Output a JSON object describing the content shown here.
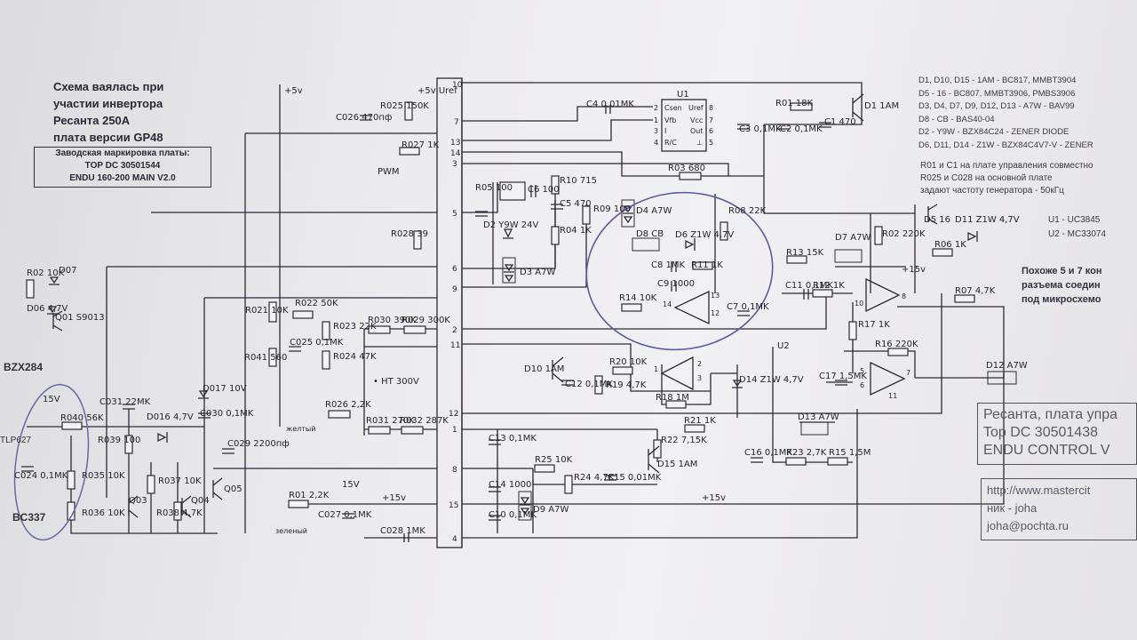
{
  "title_note": [
    "Схема ваялась при",
    "участии инвертора",
    "Ресанта 250А",
    "плата версии GP48"
  ],
  "marking": [
    "Заводская маркировка платы:",
    "TOP DC   30501544",
    "ENDU 160-200 MAIN V2.0"
  ],
  "notes_top": [
    "D1, D10, D15 - 1AM - BC817, MMBT3904",
    "D5 - 16 - BC807, MMBT3906, PMBS3906",
    "D3, D4, D7, D9, D12, D13 - A7W - BAV99",
    "D8 - CB - BAS40-04",
    "D2 - Y9W - BZX84C24 - ZENER DIODE",
    "D6, D11, D14 - Z1W - BZX84C4V7-V - ZENER"
  ],
  "notes_rc": [
    "R01 и C1 на плате управления совместно",
    "R025 и C028 на основной плате",
    "задают частоту генератора - 50кГц"
  ],
  "notes_u": [
    "U1 - UC3845",
    "U2 - MC33074"
  ],
  "note_similar": [
    "Похоже 5 и 7 кон",
    "разъема соедин",
    "под микросхемо"
  ],
  "board_box": [
    "Ресанта, плата упра",
    "Top DC 30501438",
    "ENDU CONTROL V"
  ],
  "contact_box": [
    "http://www.mastercit",
    "ник - joha",
    "joha@pochta.ru"
  ],
  "left_edge": [
    "BZX284",
    "BC337",
    "TLP627"
  ],
  "connector_pins": [
    "10",
    "7",
    "13",
    "14",
    "3",
    "5",
    "6",
    "9",
    "2",
    "11",
    "12",
    "1",
    "8",
    "15",
    "4"
  ],
  "labels": {
    "plus5v": "+5v",
    "plus5v_uref": "+5v Uref",
    "plus15v": "+15v",
    "v15": "15V",
    "pwm": "PWM",
    "ht300": "• HT 300V",
    "yellow": "желтый",
    "green": "зеленый",
    "u1": "U1",
    "u2": "U2"
  },
  "components": {
    "R025": "R025 150K",
    "C026": "C026 470пф",
    "R027": "R027 1K",
    "R028": "R028 39",
    "R021": "R021 10K",
    "R022": "R022 50K",
    "R023": "R023 22K",
    "R024": "R024 47K",
    "R041": "R041 560",
    "C025": "C025 0,1MK",
    "R030": "R030 390K",
    "R029": "R029 300K",
    "R026": "R026 2,2K",
    "R031": "R031 270K",
    "R032": "R032 287K",
    "C031": "C031 22MK",
    "D016": "D016 4,7V",
    "R039": "R039 100",
    "D017": "D017 10V",
    "C030": "C030 0,1MK",
    "C029": "C029 2200пф",
    "R037": "R037 10K",
    "R038": "R038 4,7K",
    "R035": "R035 10K",
    "R036": "R036 10K",
    "R040": "R040 56K",
    "C024": "C024 0,1MK",
    "Q03": "Q03",
    "Q04": "Q04",
    "Q05": "Q05",
    "R01": "R01 2,2K",
    "C027": "C027 0,1MK",
    "C028": "C028 1MK",
    "R02": "R02 10K",
    "D07": "D07",
    "D06": "D06 4,7V",
    "Q01": "Q01 S9013",
    "C4": "C4 0,01MK",
    "R01b": "R01 18K",
    "C1": "C1 470",
    "C3": "C3 0,1MK",
    "C2": "C2 0,1MK",
    "R03": "R03 680",
    "D1": "D1 1AM",
    "R05": "R05 100",
    "C6": "C6 100",
    "R10": "R10 715",
    "C5": "C5 470",
    "R09": "R09 100",
    "R04": "R04 1K",
    "D2": "D2 Y9W 24V",
    "D3": "D3 A7W",
    "D4": "D4 A7W",
    "R08": "R08 22K",
    "D8": "D8 CB",
    "C8a": "C8",
    "D6": "D6 Z1W 4,7V",
    "C8": "C8 1MK",
    "R11": "R11 1K",
    "C9": "C9 1000",
    "R14": "R14 10K",
    "C7": "C7 0,1MK",
    "R13": "R13 15K",
    "C11": "C11 0,1MK",
    "R12": "R12 1K",
    "D7": "D7 A7W",
    "R02b": "R02 220K",
    "D5": "D5 16",
    "R06": "R06 1K",
    "D11": "D11 Z1W 4,7V",
    "R07": "R07 4,7K",
    "R17": "R17 1K",
    "R16": "R16 220K",
    "C17": "C17 1,5MK",
    "D12": "D12 A7W",
    "D13": "D13 A7W",
    "R23": "R23 2,7K",
    "R15": "R15 1,5M",
    "C16": "C16 0,1MK",
    "D10": "D10 1AM",
    "C12": "C12 0,1MK",
    "R19": "R19 4,7K",
    "R20": "R20 10K",
    "R18": "R18 1M",
    "D14": "D14 Z1W 4,7V",
    "R21": "R21 1K",
    "R22": "R22 7,15K",
    "D15": "D15 1AM",
    "C13": "C13 0,1MK",
    "R25": "R25 10K",
    "R24": "R24 4,7K",
    "C15": "C15 0,01MK",
    "C14": "C14 1000",
    "C10": "C10 0,1MK",
    "D9": "D9 A7W"
  },
  "u1_pins": {
    "csen": "Csen",
    "vfb": "Vfb",
    "i": "I",
    "rc": "R/C",
    "uref": "Uref",
    "vcc": "Vcc",
    "out": "Out",
    "gnd": "⊥",
    "n2": "2",
    "n1": "1",
    "n3": "3",
    "n4": "4",
    "n8": "8",
    "n7": "7",
    "n6": "6",
    "n5": "5"
  },
  "opamp_pins": {
    "a12": "12",
    "a13": "13",
    "a14": "14",
    "b3": "3",
    "b2": "2",
    "b1": "1",
    "b10": "10",
    "b8": "8",
    "c5": "5",
    "c6": "6",
    "c7": "7",
    "c11": "11"
  }
}
